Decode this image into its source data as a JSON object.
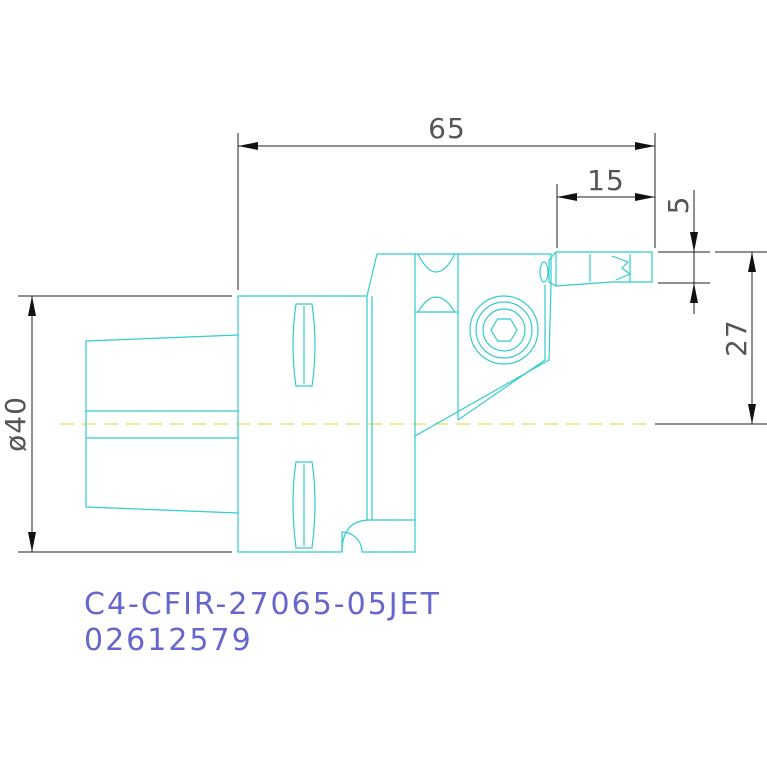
{
  "dimensions": {
    "overall_length": "65",
    "tip_length": "15",
    "tip_offset": "5",
    "center_height": "27",
    "shank_diameter": "ø40"
  },
  "part_label": {
    "code": "C4-CFIR-27065-05JET",
    "number": "02612579"
  },
  "colors": {
    "part_outline": "#33cccc",
    "dimension_lines": "#222222",
    "centerline": "#e0e060",
    "label_text": "#6666cc"
  }
}
